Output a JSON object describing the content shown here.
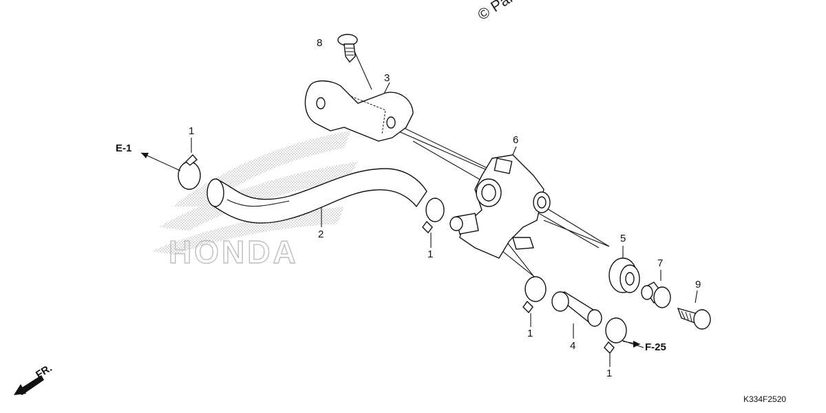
{
  "watermark": "© Par",
  "brand": "HONDA",
  "diagram_code": "K334F2520",
  "direction_label": "FR.",
  "references": {
    "e1": "E-1",
    "f25": "F-25"
  },
  "callouts": {
    "clip_a": "1",
    "clip_b": "1",
    "clip_c": "1",
    "clip_d": "1",
    "hose": "2",
    "bracket": "3",
    "tube": "4",
    "grommet": "5",
    "valve": "6",
    "collar": "7",
    "screw": "8",
    "bolt": "9"
  },
  "colors": {
    "ink": "#111111",
    "logo_dots": "#bdbdbd"
  }
}
